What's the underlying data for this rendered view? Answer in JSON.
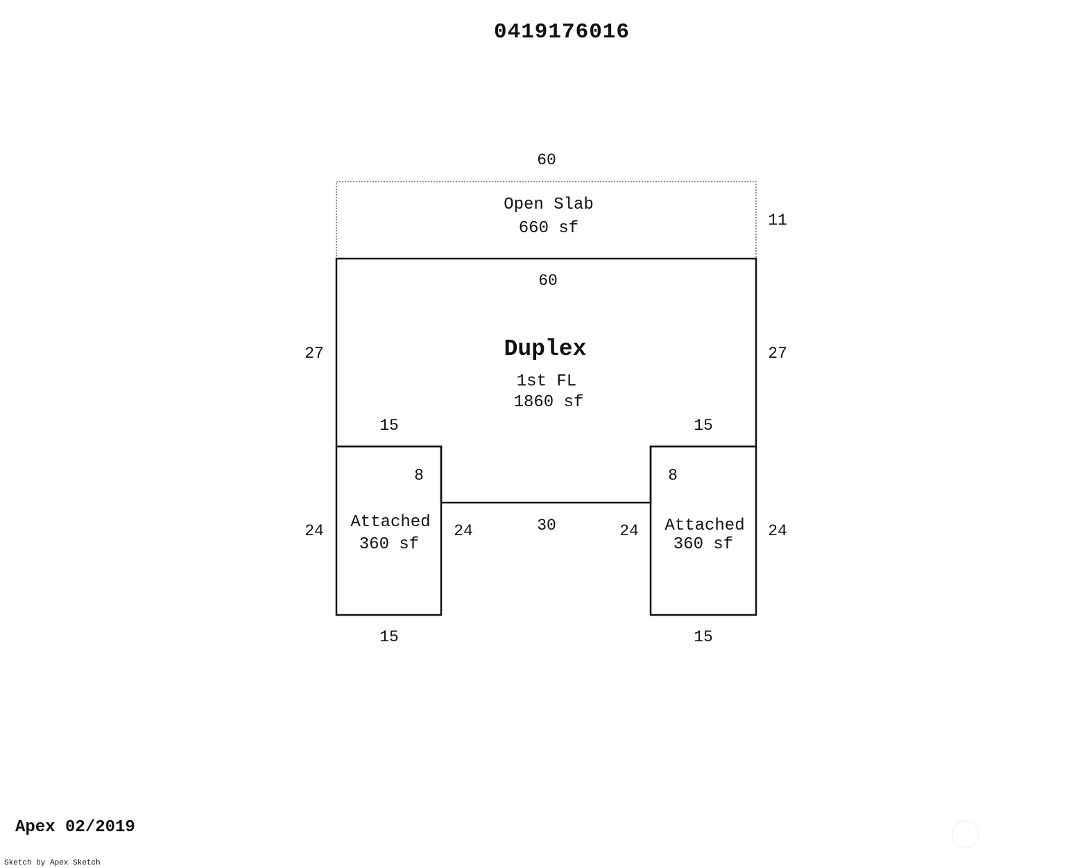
{
  "header": {
    "parcel_number": "0419176016"
  },
  "areas": {
    "open_slab": {
      "name": "Open Slab",
      "area": "660 sf",
      "dim_top": "60",
      "dim_right": "11"
    },
    "duplex": {
      "name": "Duplex",
      "floor": "1st FL",
      "area": "1860 sf",
      "dim_top": "60",
      "dim_left": "27",
      "dim_right": "27",
      "dim_notch_left": "15",
      "dim_notch_right": "15",
      "dim_notch_depth_left": "8",
      "dim_notch_depth_right": "8",
      "dim_bottom_center": "30",
      "dim_inner_left": "24",
      "dim_inner_right": "24"
    },
    "attached_left": {
      "name": "Attached",
      "area": "360 sf",
      "dim_outer": "24",
      "dim_bottom": "15"
    },
    "attached_right": {
      "name": "Attached",
      "area": "360 sf",
      "dim_outer": "24",
      "dim_bottom": "15"
    }
  },
  "footer": {
    "version": "Apex 02/2019",
    "credit": "Sketch by Apex Sketch"
  }
}
